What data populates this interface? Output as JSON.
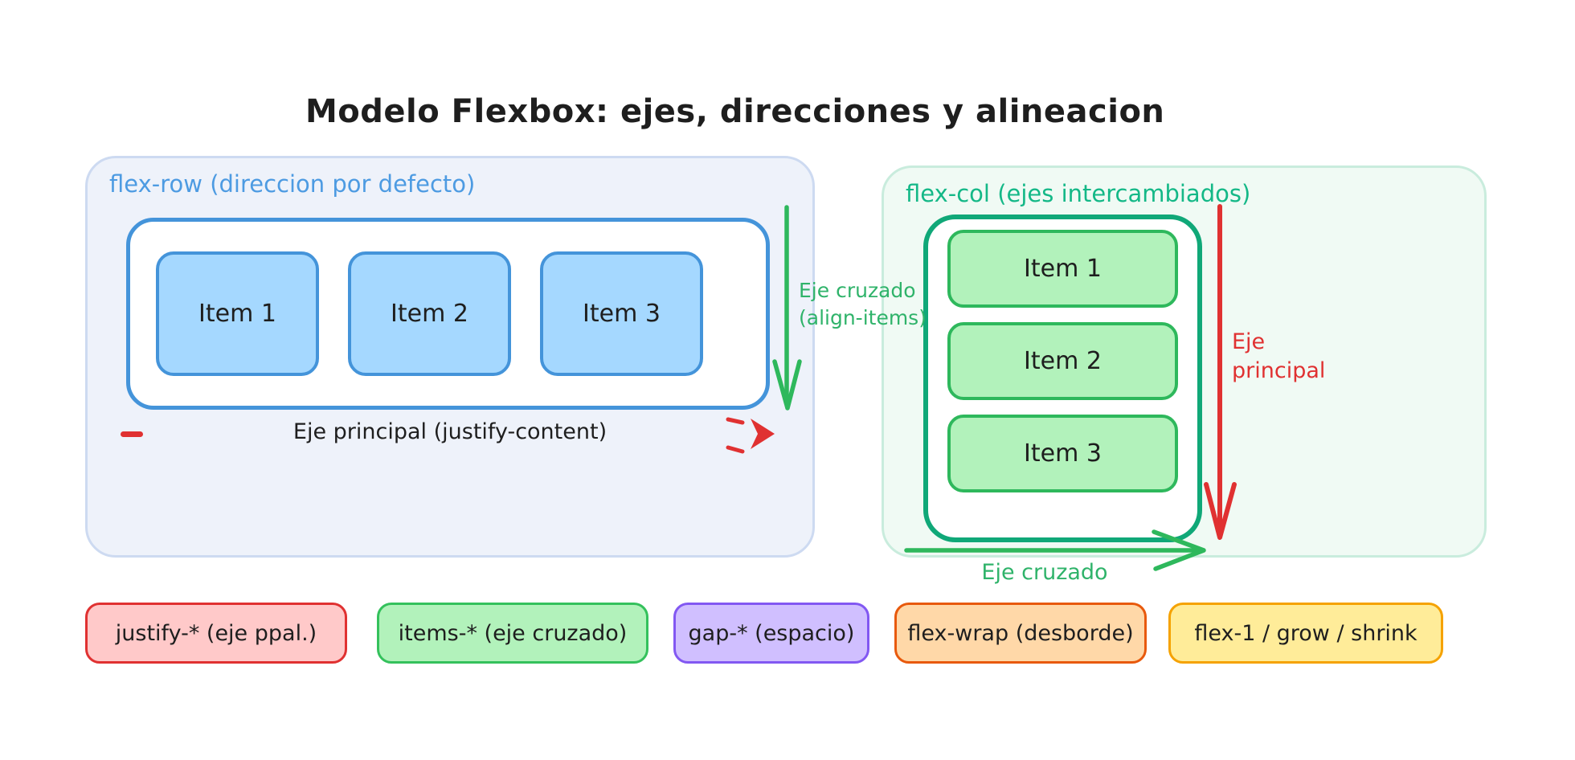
{
  "title": "Modelo Flexbox: ejes, direcciones y alineacion",
  "colors": {
    "ink": "#1e1e1e",
    "blue_text": "#4d9be2",
    "blue_border": "#4494da",
    "blue_fill": "#a5d8ff",
    "row_panel_bg": "#eef2fa",
    "row_panel_border": "#cddaf1",
    "teal_text": "#14b887",
    "teal_border": "#10a878",
    "green_border": "#2eb85c",
    "green_fill": "#b2f2bb",
    "green_arrow": "#2eb85c",
    "green_text": "#2fb36a",
    "col_panel_bg": "#f0faf4",
    "col_panel_border": "#c9ecdd",
    "red": "#e03131"
  },
  "flex_row_panel": {
    "label": "flex-row (direccion por defecto)",
    "items": [
      "Item 1",
      "Item 2",
      "Item 3"
    ],
    "cross_axis_label_lines": [
      "Eje cruzado",
      "(align-items)"
    ],
    "main_axis_label": "Eje principal (justify-content)"
  },
  "flex_col_panel": {
    "label": "flex-col (ejes intercambiados)",
    "items": [
      "Item 1",
      "Item 2",
      "Item 3"
    ],
    "main_axis_label_lines": [
      "Eje",
      "principal"
    ],
    "cross_axis_label": "Eje cruzado"
  },
  "legend_pills": [
    {
      "label": "justify-* (eje ppal.)",
      "fill": "#ffc9c9",
      "border": "#e03131"
    },
    {
      "label": "items-* (eje cruzado)",
      "fill": "#b2f2bb",
      "border": "#34c15c"
    },
    {
      "label": "gap-* (espacio)",
      "fill": "#d0bfff",
      "border": "#8258f2"
    },
    {
      "label": "flex-wrap (desborde)",
      "fill": "#ffd8a8",
      "border": "#e8590c"
    },
    {
      "label": "flex-1 / grow / shrink",
      "fill": "#ffec99",
      "border": "#f5a200"
    }
  ]
}
